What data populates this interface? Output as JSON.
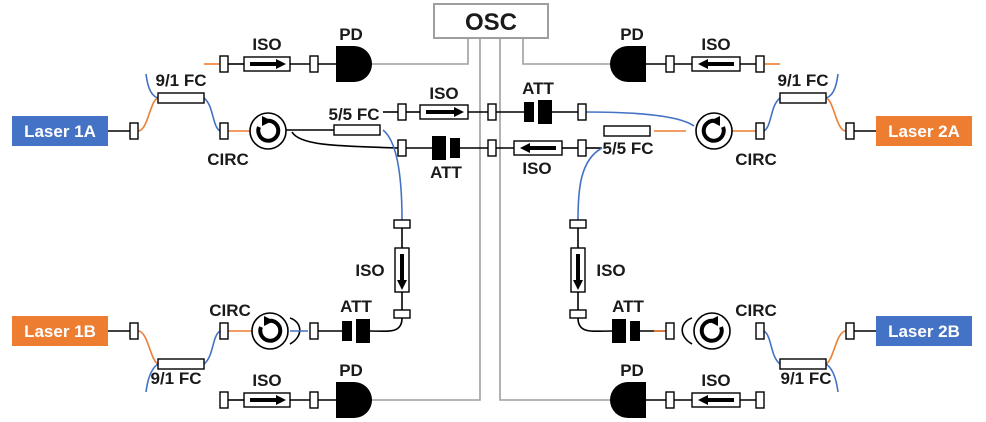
{
  "osc": {
    "label": "OSC"
  },
  "lasers": [
    {
      "id": "1a",
      "label": "Laser 1A",
      "color": "#4472c4"
    },
    {
      "id": "2a",
      "label": "Laser 2A",
      "color": "#ed7d31"
    },
    {
      "id": "1b",
      "label": "Laser 1B",
      "color": "#ed7d31"
    },
    {
      "id": "2b",
      "label": "Laser 2B",
      "color": "#4472c4"
    }
  ],
  "labels": {
    "pd": "PD",
    "iso": "ISO",
    "att": "ATT",
    "circ": "CIRC",
    "fc_91": "9/1 FC",
    "fc_55": "5/5 FC"
  },
  "colors": {
    "fiber_orange": "#ed7d31",
    "fiber_blue": "#4472c4",
    "osc_wire": "#9e9e9e",
    "component": "#000000"
  }
}
